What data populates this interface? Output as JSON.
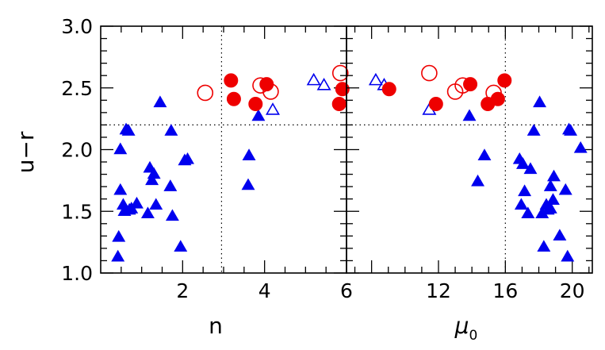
{
  "chart_data": [
    {
      "type": "scatter",
      "xlabel": "n",
      "ylabel": "u−r",
      "xlim": [
        0,
        6
      ],
      "ylim": [
        1.0,
        3.0
      ],
      "x_ticks": [
        2,
        4,
        6
      ],
      "y_ticks": [
        1.0,
        1.5,
        2.0,
        2.5,
        3.0
      ],
      "y_tick_labels": [
        "1.0",
        "1.5",
        "2.0",
        "2.5",
        "3.0"
      ],
      "guide_x": 2.95,
      "guide_y": 2.2,
      "series": [
        {
          "marker": "filled-triangle",
          "color": "#0000ee",
          "points": [
            [
              0.42,
              1.13
            ],
            [
              0.44,
              1.29
            ],
            [
              0.48,
              1.67
            ],
            [
              0.48,
              2.0
            ],
            [
              0.55,
              1.55
            ],
            [
              0.58,
              1.5
            ],
            [
              0.62,
              2.16
            ],
            [
              0.68,
              2.15
            ],
            [
              0.7,
              1.51
            ],
            [
              0.75,
              1.52
            ],
            [
              0.88,
              1.56
            ],
            [
              1.15,
              1.48
            ],
            [
              1.2,
              1.85
            ],
            [
              1.25,
              1.75
            ],
            [
              1.3,
              1.8
            ],
            [
              1.35,
              1.55
            ],
            [
              1.45,
              2.38
            ],
            [
              1.7,
              1.7
            ],
            [
              1.75,
              1.46
            ],
            [
              1.72,
              2.15
            ],
            [
              1.95,
              1.21
            ],
            [
              2.05,
              1.91
            ],
            [
              2.12,
              1.92
            ],
            [
              3.6,
              1.71
            ],
            [
              3.62,
              1.95
            ],
            [
              3.85,
              2.27
            ]
          ]
        },
        {
          "marker": "open-triangle",
          "color": "#0000ee",
          "points": [
            [
              4.2,
              2.32
            ],
            [
              5.2,
              2.56
            ],
            [
              5.45,
              2.52
            ]
          ]
        },
        {
          "marker": "filled-circle",
          "color": "#ee0000",
          "points": [
            [
              3.18,
              2.56
            ],
            [
              3.25,
              2.41
            ],
            [
              3.78,
              2.37
            ],
            [
              4.05,
              2.53
            ],
            [
              5.82,
              2.37
            ],
            [
              5.9,
              2.49
            ]
          ]
        },
        {
          "marker": "open-circle",
          "color": "#ee0000",
          "points": [
            [
              2.55,
              2.46
            ],
            [
              3.9,
              2.52
            ],
            [
              4.15,
              2.47
            ],
            [
              5.85,
              2.62
            ]
          ]
        }
      ]
    },
    {
      "type": "scatter",
      "xlabel": "μ",
      "xlabel_subscript": "0",
      "ylabel": "",
      "xlim": [
        6.5,
        21.2
      ],
      "ylim": [
        1.0,
        3.0
      ],
      "x_ticks": [
        8,
        12,
        16,
        20
      ],
      "x_tick_labels": [
        "",
        "12",
        "16",
        "20"
      ],
      "y_ticks": [
        1.0,
        1.5,
        2.0,
        2.5,
        3.0
      ],
      "guide_x": 16.0,
      "guide_y": 2.2,
      "series": [
        {
          "marker": "filled-triangle",
          "color": "#0000ee",
          "points": [
            [
              13.85,
              2.27
            ],
            [
              14.35,
              1.74
            ],
            [
              14.75,
              1.95
            ],
            [
              16.85,
              1.92
            ],
            [
              17.05,
              1.88
            ],
            [
              16.95,
              1.55
            ],
            [
              17.15,
              1.66
            ],
            [
              17.35,
              1.48
            ],
            [
              17.5,
              1.84
            ],
            [
              17.7,
              2.15
            ],
            [
              18.05,
              2.38
            ],
            [
              18.3,
              1.21
            ],
            [
              18.2,
              1.48
            ],
            [
              18.45,
              1.55
            ],
            [
              18.55,
              1.51
            ],
            [
              18.7,
              1.7
            ],
            [
              18.7,
              1.52
            ],
            [
              18.85,
              1.59
            ],
            [
              18.9,
              1.78
            ],
            [
              19.25,
              1.3
            ],
            [
              19.6,
              1.67
            ],
            [
              19.72,
              1.13
            ],
            [
              19.8,
              2.16
            ],
            [
              19.9,
              2.15
            ],
            [
              20.5,
              2.01
            ]
          ]
        },
        {
          "marker": "open-triangle",
          "color": "#0000ee",
          "points": [
            [
              8.25,
              2.56
            ],
            [
              8.75,
              2.52
            ],
            [
              11.45,
              2.32
            ]
          ]
        },
        {
          "marker": "filled-circle",
          "color": "#ee0000",
          "points": [
            [
              9.05,
              2.49
            ],
            [
              11.85,
              2.37
            ],
            [
              13.9,
              2.53
            ],
            [
              14.95,
              2.37
            ],
            [
              15.55,
              2.41
            ],
            [
              15.95,
              2.56
            ]
          ]
        },
        {
          "marker": "open-circle",
          "color": "#ee0000",
          "points": [
            [
              11.45,
              2.62
            ],
            [
              13.0,
              2.47
            ],
            [
              13.45,
              2.52
            ],
            [
              15.3,
              2.46
            ]
          ]
        }
      ]
    }
  ]
}
